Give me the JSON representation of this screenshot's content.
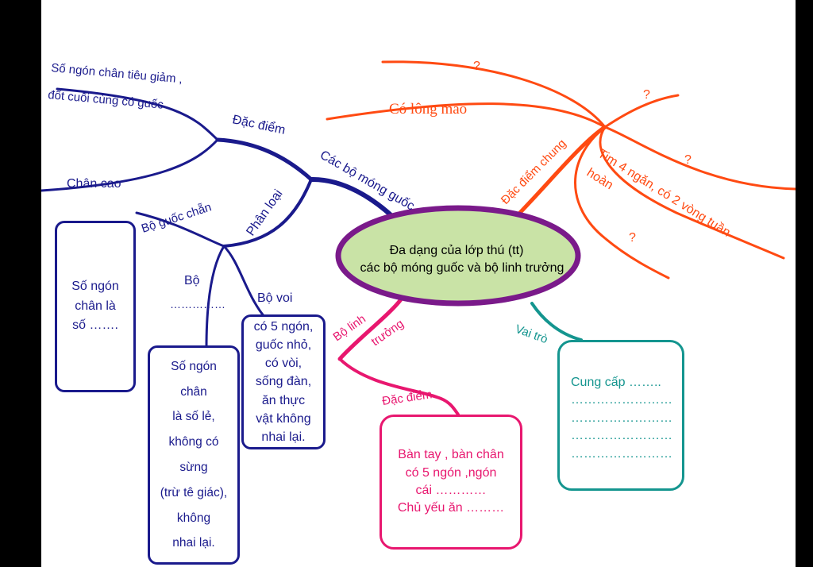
{
  "center": {
    "line1": "Đa dạng của lớp thú (tt)",
    "line2": "các bộ móng guốc và bộ linh trưởng"
  },
  "left": {
    "branch_main": "Các bộ móng guốc",
    "dac_diem": "Đặc điểm",
    "dac_diem_line1": "Số ngón chân tiêu giảm ,",
    "dac_diem_line2": "đốt cuối cùng có guốc",
    "chan_cao": "Chân cao",
    "phan_loai": "Phân  loại",
    "bo_guoc_chan": "Bộ guốc chẵn",
    "bo": "Bộ",
    "bo_dots": "……………",
    "bo_voi": "Bộ voi",
    "box_chan_lines": [
      "Số ngón",
      "chân là",
      "số ……."
    ],
    "box_le_lines": [
      "Số ngón",
      "chân",
      "là số lẻ,",
      "không có",
      "sừng",
      "(trừ tê giác),",
      "không",
      "nhai lại."
    ],
    "box_voi_lines": [
      "có 5 ngón,",
      "guốc nhỏ,",
      "có vòi,",
      "sống đàn,",
      "ăn thực",
      "vật không",
      "nhai lại."
    ]
  },
  "right": {
    "dac_diem_chung": "Đặc điểm chung",
    "co_long_mao": "Có lông mao",
    "tim": "Tim 4 ngăn, có 2 vòng tuần",
    "hoan": "hoàn",
    "q": "?"
  },
  "bottom": {
    "bo_linh": "Bộ linh",
    "truong": "trưởng",
    "dac_diem": "Đặc điểm",
    "box_linh_lines": [
      "Bàn tay , bàn chân",
      "có 5 ngón ,ngón",
      "cái …………",
      "Chủ yếu ăn ………"
    ],
    "vai_tro": "Vai trò",
    "box_vai_tro_lines": [
      "Cung cấp ……..",
      "……………………",
      "……………………",
      "……………………",
      "……………………"
    ]
  },
  "colors": {
    "navy": "#1a1a8c",
    "orange_red": "#ff4a12",
    "magenta": "#e8176f",
    "teal": "#14958f",
    "purple": "#7a1a8a",
    "center_fill": "#c9e3a6"
  }
}
